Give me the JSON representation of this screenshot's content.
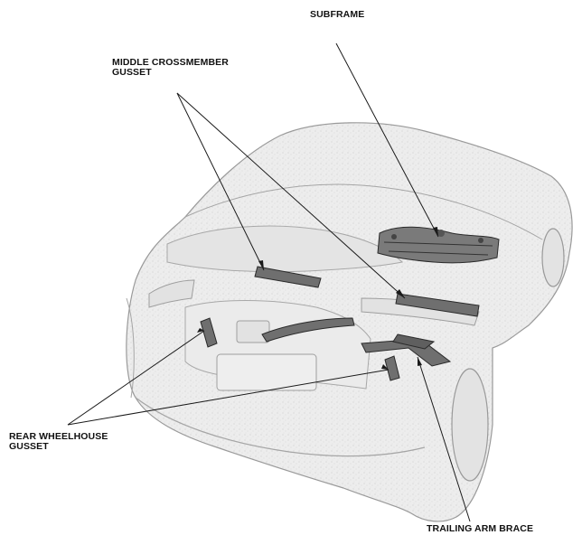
{
  "labels": {
    "subframe": "SUBFRAME",
    "middle_crossmember": {
      "line1": "MIDDLE CROSSMEMBER",
      "line2": "GUSSET"
    },
    "rear_wheelhouse": {
      "line1": "REAR WHEELHOUSE",
      "line2": "GUSSET"
    },
    "trailing_arm": "TRAILING ARM BRACE"
  },
  "colors": {
    "ink": "#111111",
    "body_fill": "#ececec",
    "body_stroke": "#9a9a9a",
    "part_fill": "#6f6f6f",
    "part_stroke": "#2a2a2a"
  }
}
